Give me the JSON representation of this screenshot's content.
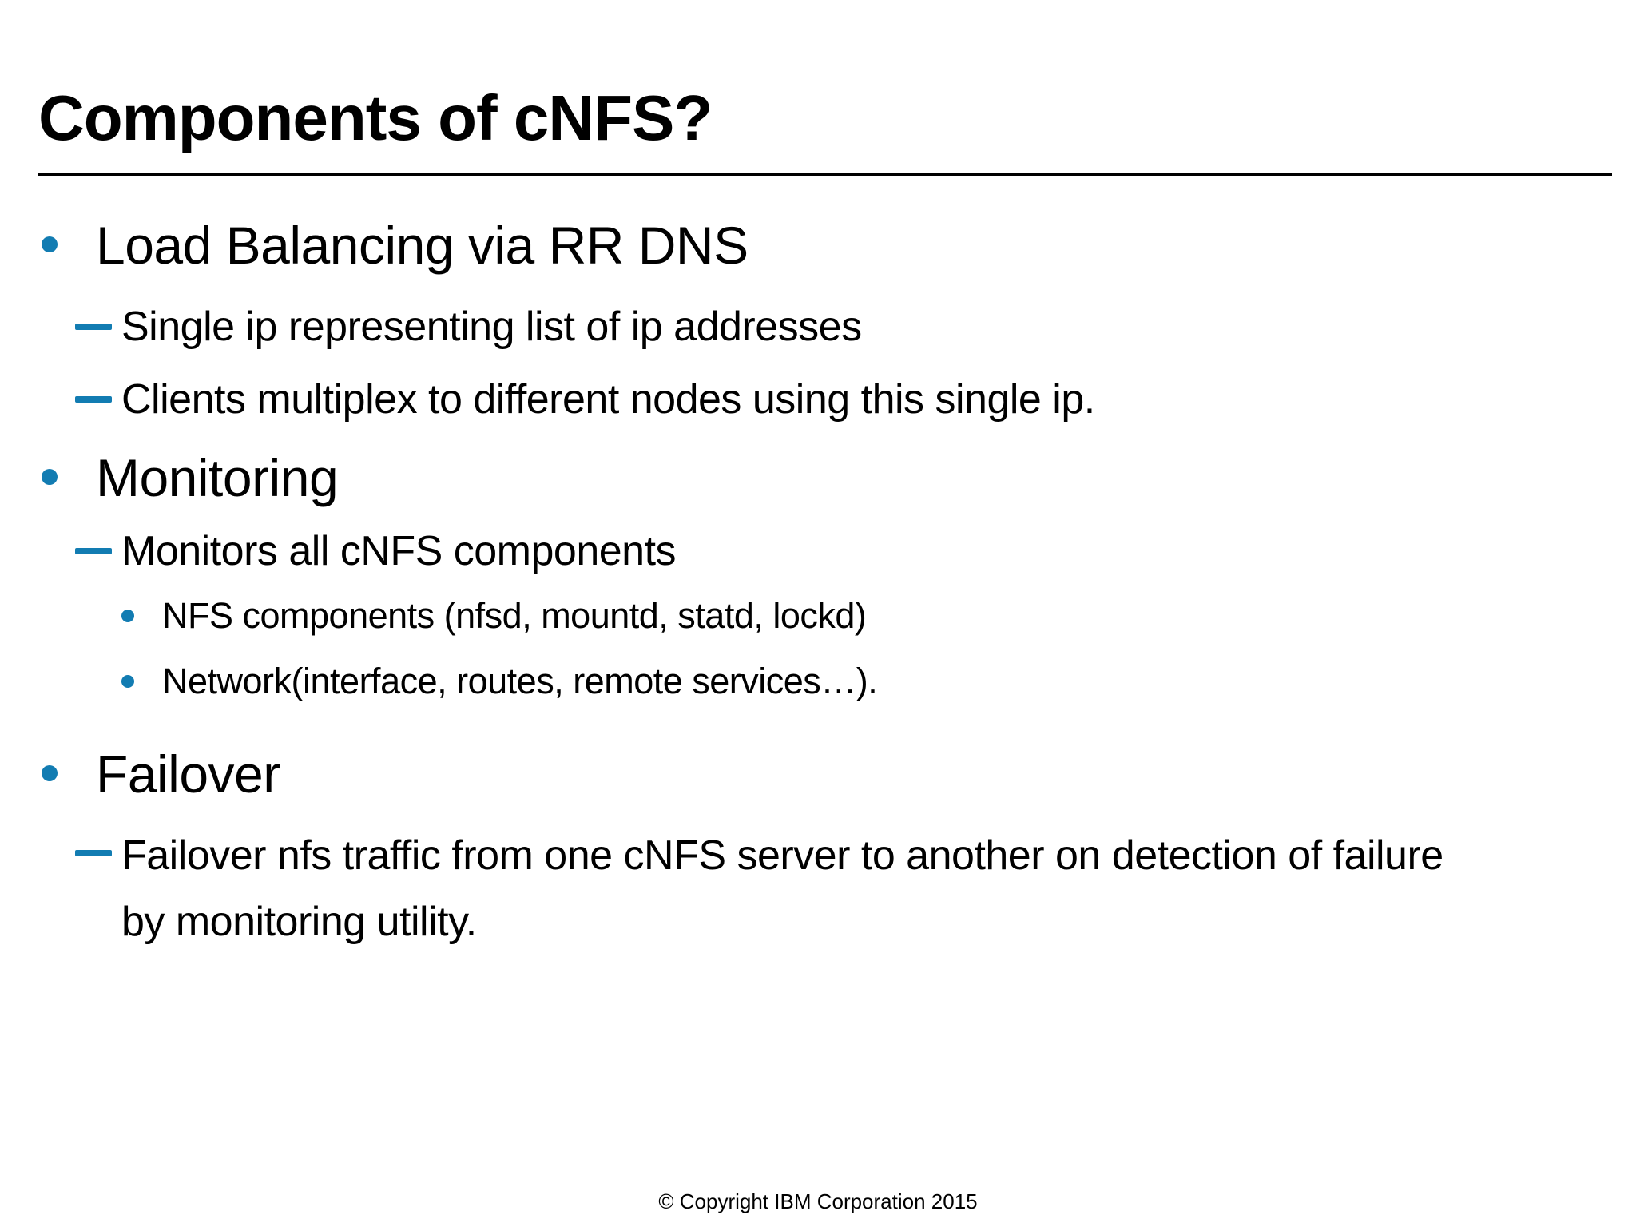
{
  "slide": {
    "title": "Components of cNFS?",
    "bullets": [
      {
        "level": 1,
        "text": "Load Balancing via RR DNS"
      },
      {
        "level": 2,
        "text": "Single ip representing list of ip addresses"
      },
      {
        "level": 2,
        "text": "Clients multiplex to different nodes using this single ip."
      },
      {
        "level": 1,
        "text": "Monitoring"
      },
      {
        "level": 2,
        "text": "Monitors all cNFS components"
      },
      {
        "level": 3,
        "text": "NFS components (nfsd, mountd, statd, lockd)"
      },
      {
        "level": 3,
        "text": "Network(interface, routes, remote services…)."
      },
      {
        "level": 1,
        "text": "Failover"
      },
      {
        "level": 2,
        "text": "Failover nfs traffic from one cNFS server to another on detection of failure by monitoring utility."
      }
    ],
    "footer": "© Copyright IBM Corporation 2015",
    "colors": {
      "accent": "#127cb2",
      "text": "#000000",
      "background": "#ffffff"
    }
  }
}
